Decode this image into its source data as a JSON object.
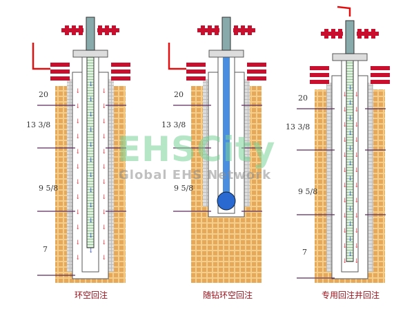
{
  "wells": [
    {
      "caption": "环空回注",
      "casings": [
        "20",
        "13 3/8",
        "9 5/8",
        "7"
      ],
      "mode": "annulus"
    },
    {
      "caption": "随钻环空回注",
      "casings": [
        "20",
        "13 3/8",
        "9 5/8"
      ],
      "mode": "drilling"
    },
    {
      "caption": "专用回注井回注",
      "casings": [
        "20",
        "13 3/8",
        "9 5/8",
        "7"
      ],
      "mode": "dedicated"
    }
  ],
  "watermark": {
    "brand": "EHSCity",
    "tagline": "Global EHS Network"
  },
  "colors": {
    "soil": "#e8a85a",
    "casing": "#555",
    "valve": "#c8102e",
    "flow_down": "#1a3fd0",
    "flow_up": "#e0202a",
    "drillpipe": "#4a8ee0"
  }
}
